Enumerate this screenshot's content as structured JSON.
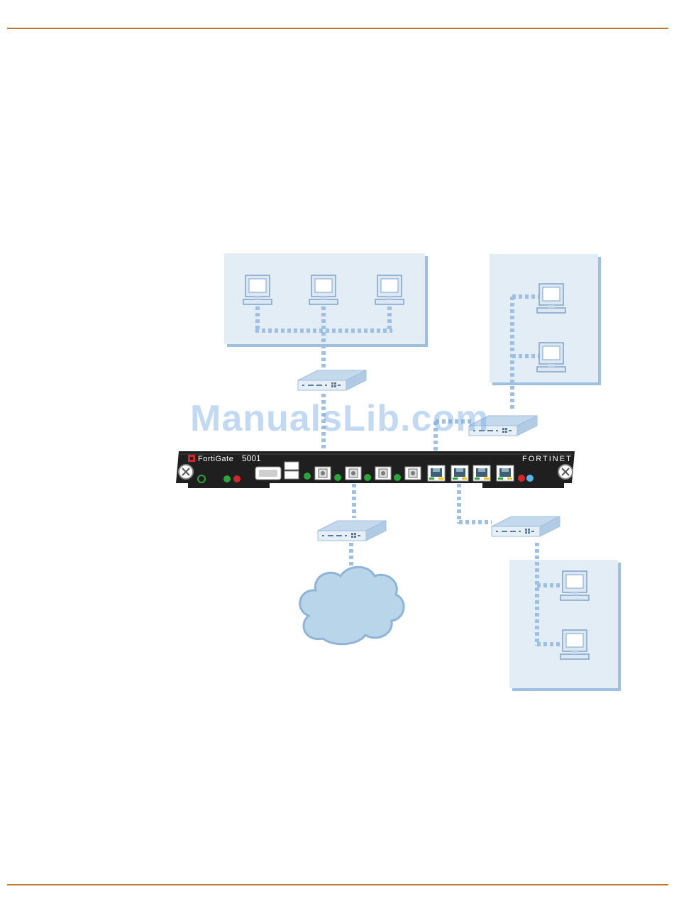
{
  "device": {
    "brand": "FortiGate",
    "model": "5001",
    "vendor_logo": "FORTINET"
  },
  "watermark": "ManualsLib.com",
  "colors": {
    "rule": "#c2782f",
    "network_box": "#e3edf6",
    "network_shadow": "#9fbfe0",
    "link": "#9ec0e4",
    "cloud": "#b9d5ea",
    "chassis": "#1f1f1f",
    "led_green": "#2aa53a",
    "led_red": "#d3262a",
    "led_blue": "#5ab6e8"
  },
  "icons": [
    "computer-icon",
    "switch-icon",
    "cloud-icon",
    "fortigate-blade-icon"
  ]
}
